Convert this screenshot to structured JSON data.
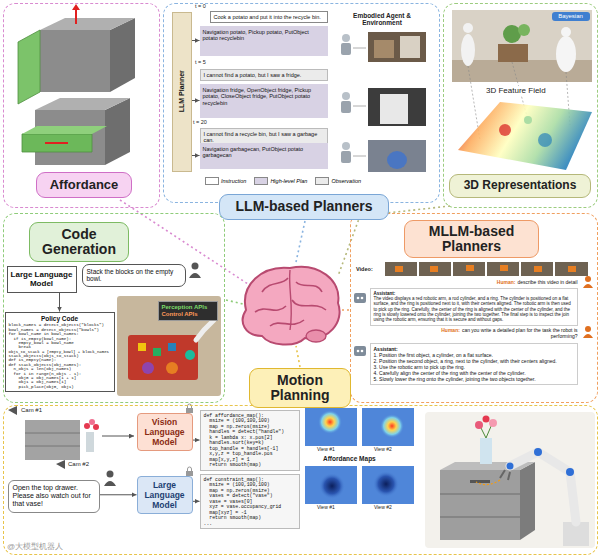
{
  "diagram": {
    "nodes": [
      {
        "text": [
          "Affordance"
        ]
      },
      {
        "text": [
          "LLM-based Planners"
        ]
      },
      {
        "text": [
          "LLM Planner"
        ],
        "in": 1
      },
      {
        "text": [
          "Cook a potato and put it into the recycle bin."
        ],
        "in": 1
      },
      {
        "text": [
          "Navigation potato, Pickup potato, PutObject potato recyclebin"
        ],
        "in": 1
      },
      {
        "text": [
          "I cannot find a potato, but I saw a fridge."
        ],
        "in": 1
      },
      {
        "text": [
          "Navigation fridge, OpenObject fridge, Pickup potato, CloseObject fridge, PutObject potato recyclebin"
        ],
        "in": 1
      },
      {
        "text": [
          "I cannot find a recycle bin, but I saw a garbage can."
        ],
        "in": 1
      },
      {
        "text": [
          "Navigation garbagecan, PutObject potato garbagecan"
        ],
        "in": 1
      },
      {
        "text": [
          "3D Representations"
        ]
      },
      {
        "text": [
          "Bayesian"
        ],
        "in": 9
      },
      {
        "text": [
          "Code Generation"
        ]
      },
      {
        "text": [
          "Large Language Model"
        ],
        "in": 11
      },
      {
        "text": [
          "Stack the blocks on the empty bowl."
        ],
        "in": 11
      },
      {
        "text": [
          "Policy Code",
          "block_names = detect_objects(\"blocks\")",
          "bowl_names = detect_objects(\"bowls\")",
          "for bowl_name in bowl_names:",
          "  if is_empty(bowl_name):",
          "    empty_bowl = bowl_name",
          "    break",
          "objs_to_stack = [empty_bowl] + block_names",
          "stack_objects(objs_to_stack)",
          "def is_empty(name):",
          "def stack_objects(obj_names):",
          "  n_objs = len(obj_names)",
          "  for i in range(n_objs - 1):",
          "    obj0 = obj_names[i + 1]",
          "    obj1 = obj_names[i]",
          "    pick_place(obj0, obj1)"
        ],
        "in": 11
      },
      {
        "text": [
          "Perception APIs",
          "Control APIs"
        ],
        "in": 11
      },
      {
        "text": [
          "MLLM-based Planners"
        ]
      },
      {
        "text": [
          "Human:",
          "describe this video in detail"
        ],
        "in": 16
      },
      {
        "text": [
          "Assistant:",
          "The video displays a red robotic arm, a rod cylinder, and a ring. The cylinder is positioned on a flat surface, and the ring is positioned next to it, with their centers aligned. The robotic arm is then used to pick up the ring. Carefully, the center of the ring is aligned with the center of the cylinder, and the ring is slowly lowered onto the cylinder, joining the two together. The final step is to inspect the join using the robotic arm, ensuring that it is secure and without gaps."
        ],
        "in": 16
      },
      {
        "text": [
          "Human:",
          "can you write a detailed plan for the task the robot is performing?"
        ],
        "in": 16
      },
      {
        "text": [
          "Assistant:",
          "1. Position the first object, a cylinder, on a flat surface.",
          "2. Position the second object, a ring, next to the cylinder, with their centers aligned.",
          "3. Use the robotic arm to pick up the ring.",
          "4. Carefully align the center of the ring with the center of the cylinder.",
          "5. Slowly lower the ring onto the cylinder, joining the two objects together."
        ],
        "in": 16
      },
      {
        "text": [
          "Motion Planning"
        ]
      },
      {
        "text": [
          "Vision Language Model"
        ],
        "in": 21
      },
      {
        "text": [
          "Large Language Model"
        ],
        "in": 21
      },
      {
        "text": [
          "Open the top drawer. Please also watch out for that vase!"
        ],
        "in": 21
      },
      {
        "text": [
          "def affordance_map():",
          "  msize = (100,100,100)",
          "  map = np.zeros(msize)",
          "  handles = detect(\"handle\")",
          "  k = lambda x: x.pos[2]",
          "  handles.sort(key=k)",
          "  top_handle = handles[-1]",
          "  x,y,z = top_handle.pos",
          "  map[x,y,z] = 1",
          "  return smooth(map)"
        ],
        "in": 21
      },
      {
        "text": [
          "def constraint_map():",
          "  msize = (100,100,100)",
          "  map = np.zeros(msize)",
          "  vases = detect(\"vase\")",
          "  vase = vases[0]",
          "  xyz = vase.occupancy_grid",
          "  map[xyz] = -1",
          "  return smooth(map)",
          "..."
        ],
        "in": 21
      }
    ],
    "edges": [
      {
        "from": 2,
        "to": 4,
        "arrow": "to"
      },
      {
        "from": 2,
        "to": 6,
        "arrow": "to"
      },
      {
        "from": 2,
        "to": 8,
        "arrow": "to"
      },
      {
        "from": 12,
        "to": 14,
        "arrow": "to"
      },
      {
        "from": 24,
        "to": 23,
        "arrow": "to"
      },
      {
        "from": 22,
        "to": 25,
        "arrow": "to"
      },
      {
        "from": 23,
        "to": 26,
        "arrow": "to"
      }
    ],
    "labels": [
      "t = 0",
      "t = 5",
      "t = 20",
      "Embodied Agent & Environment",
      "3D Feature Field",
      "Video:",
      "Cam #1",
      "Cam #2",
      "View #1",
      "View #2",
      "Affordance Maps",
      "View #1",
      "View #2",
      "@大模型机器人"
    ],
    "legend": [
      {
        "text": "Instruction",
        "color": "#ffffff"
      },
      {
        "text": "High-level Plan",
        "color": "#d8d2e4"
      },
      {
        "text": "Observation",
        "color": "#ebebeb"
      }
    ]
  }
}
